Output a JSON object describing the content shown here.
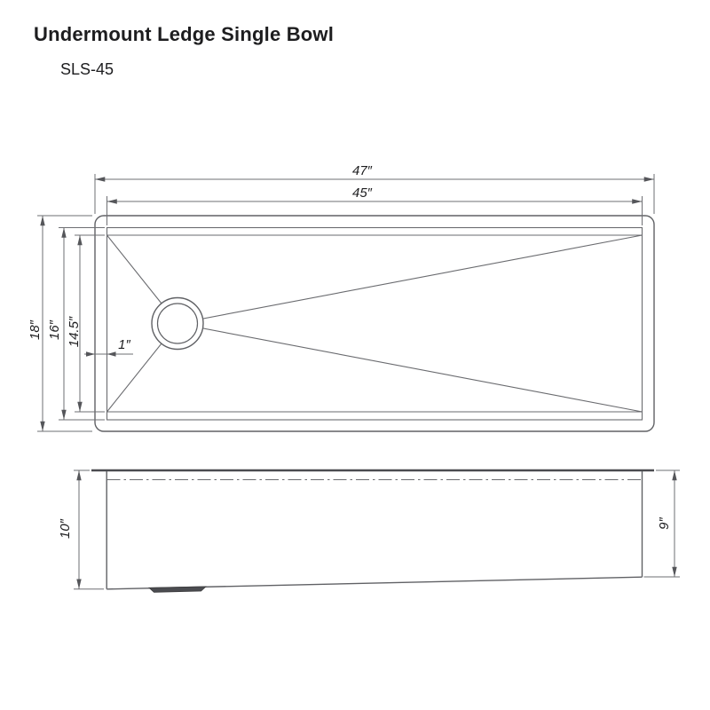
{
  "document": {
    "title": "Undermount Ledge Single Bowl",
    "model": "SLS-45"
  },
  "top_view": {
    "dims": {
      "outer_width": "47″",
      "inner_width": "45″",
      "outer_depth": "18″",
      "inner_depth": "16″",
      "basin_floor_depth": "14.5″",
      "ledge_width": "1″"
    }
  },
  "side_view": {
    "dims": {
      "overall_height": "10″",
      "basin_height": "9″"
    }
  },
  "colors": {
    "line": "#6a6b6f",
    "dark_outline": "#4b4c50",
    "text": "#1d1d1f",
    "background": "#ffffff"
  }
}
